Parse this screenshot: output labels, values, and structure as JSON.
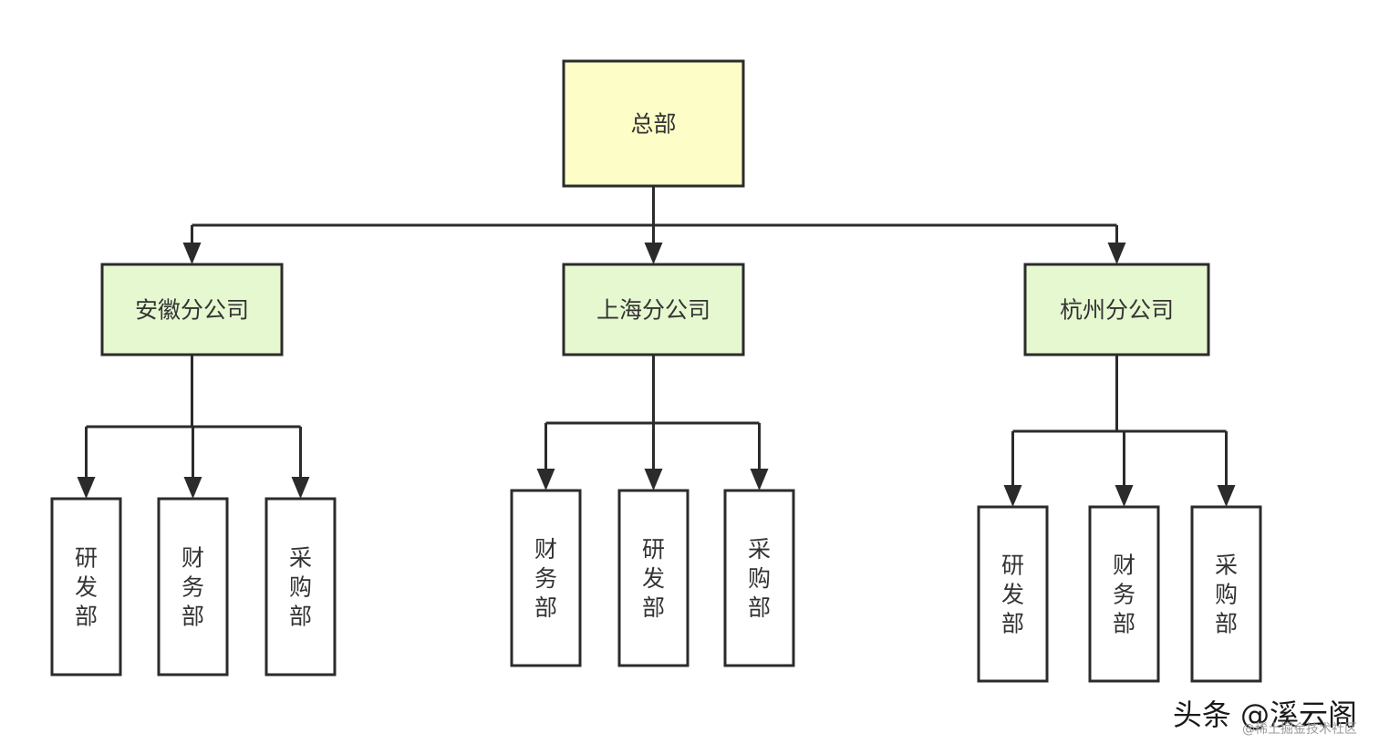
{
  "root": {
    "label": "总部",
    "fill": "#fdfdc8"
  },
  "branches": [
    {
      "label": "安徽分公司",
      "fill": "#e6f8d0",
      "departments": [
        "研发部",
        "财务部",
        "采购部"
      ]
    },
    {
      "label": "上海分公司",
      "fill": "#e6f8d0",
      "departments": [
        "财务部",
        "研发部",
        "采购部"
      ]
    },
    {
      "label": "杭州分公司",
      "fill": "#e6f8d0",
      "departments": [
        "研发部",
        "财务部",
        "采购部"
      ]
    }
  ],
  "watermark": {
    "main": "头条 @溪云阁",
    "sub": "@稀土掘金技术社区"
  }
}
